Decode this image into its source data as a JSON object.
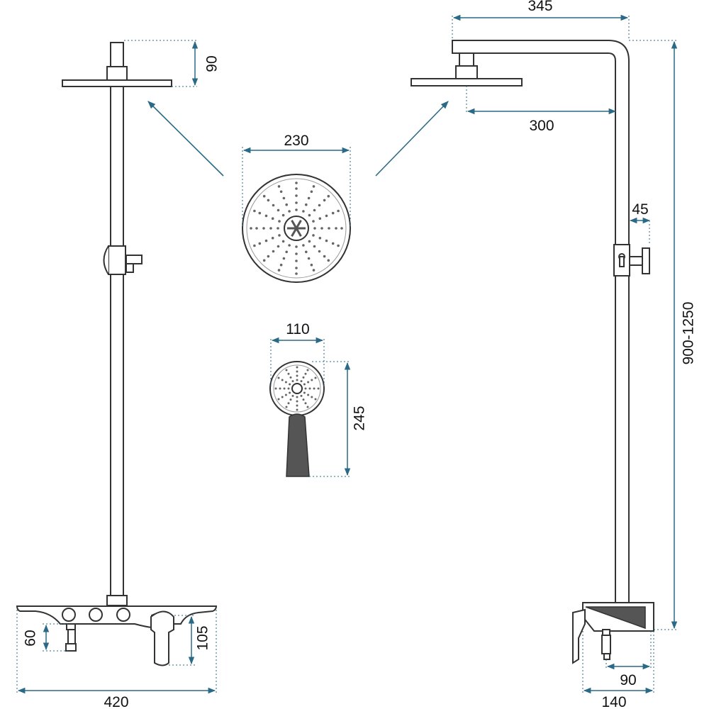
{
  "diagram": {
    "colors": {
      "dimension_line": "#2b6a86",
      "outline": "#333333",
      "background": "#ffffff"
    },
    "dimensions": {
      "left_head_height": "90",
      "top_arm_length": "345",
      "arm_reach": "300",
      "rain_head_diameter": "230",
      "wall_offset": "45",
      "hand_shower_width": "110",
      "hand_shower_length": "245",
      "total_height": "900-1250",
      "spout_drop": "60",
      "mixer_height": "105",
      "mixer_width": "420",
      "side_spout_projection": "90",
      "mixer_depth": "140"
    }
  }
}
